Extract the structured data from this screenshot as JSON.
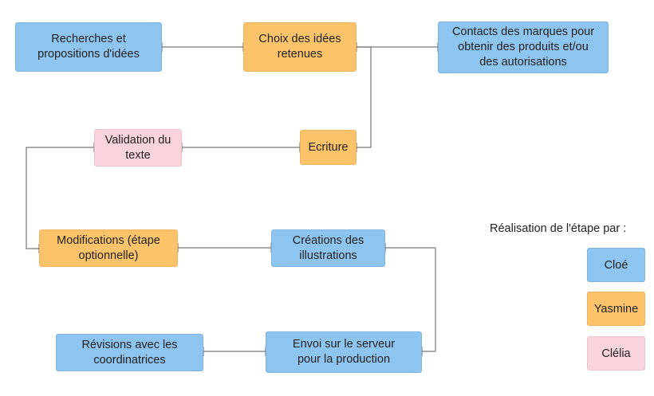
{
  "nodes": {
    "recherches": "Recherches et\npropositions d'idées",
    "choix": "Choix des idées\nretenues",
    "contacts": "Contacts des marques pour\nobtenir des produits et/ou\ndes autorisations",
    "validation": "Validation du\ntexte",
    "ecriture": "Ecriture",
    "modifications": "Modifications (étape\noptionnelle)",
    "creations": "Créations des\nillustrations",
    "revisions": "Révisions avec les\ncoordinatrices",
    "envoi": "Envoi sur le serveur\npour la production"
  },
  "legend": {
    "title": "Réalisation de l'étape par :",
    "items": [
      {
        "label": "Cloé",
        "color": "#8ec4f0"
      },
      {
        "label": "Yasmine",
        "color": "#fcc36b"
      },
      {
        "label": "Clélia",
        "color": "#f9d4dc"
      }
    ]
  },
  "colors": {
    "blue": "#8ec4f0",
    "orange": "#fcc36b",
    "pink": "#f9d4dc",
    "connector": "#777777"
  }
}
